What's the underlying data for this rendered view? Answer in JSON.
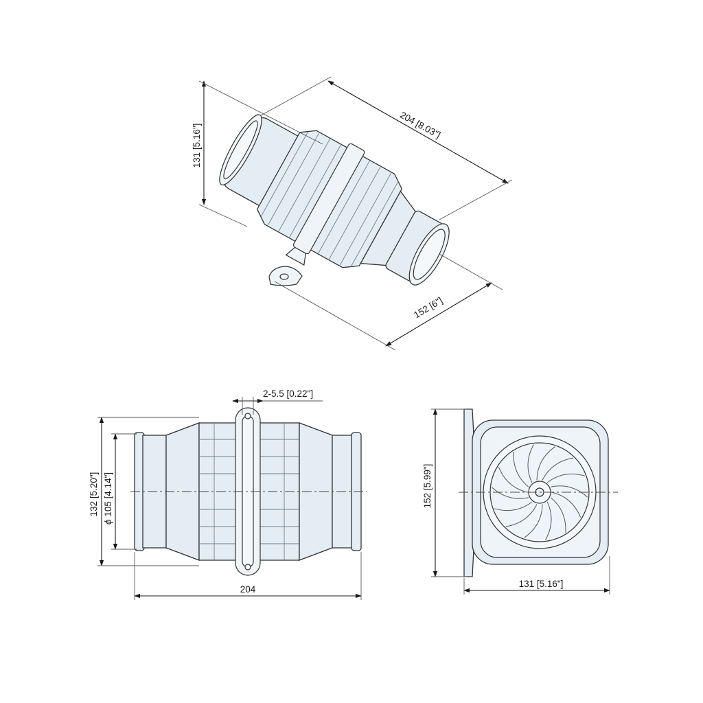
{
  "dimensions": {
    "iso_height": "131  [5.16\"]",
    "iso_length": "204  [8.03\"]",
    "iso_base": "152  [6\"]",
    "hole": "2-5.5 [0.22\"]",
    "side_height": "132 [5.20\"]",
    "side_diameter": "105 [4.14\"]",
    "side_diameter_symbol": "ϕ",
    "side_length": "204",
    "front_height": "152 [5.99\"]",
    "front_width": "131 [5.16\"]"
  },
  "colors": {
    "body": "#e3edf3",
    "line": "#2b2b2b"
  }
}
